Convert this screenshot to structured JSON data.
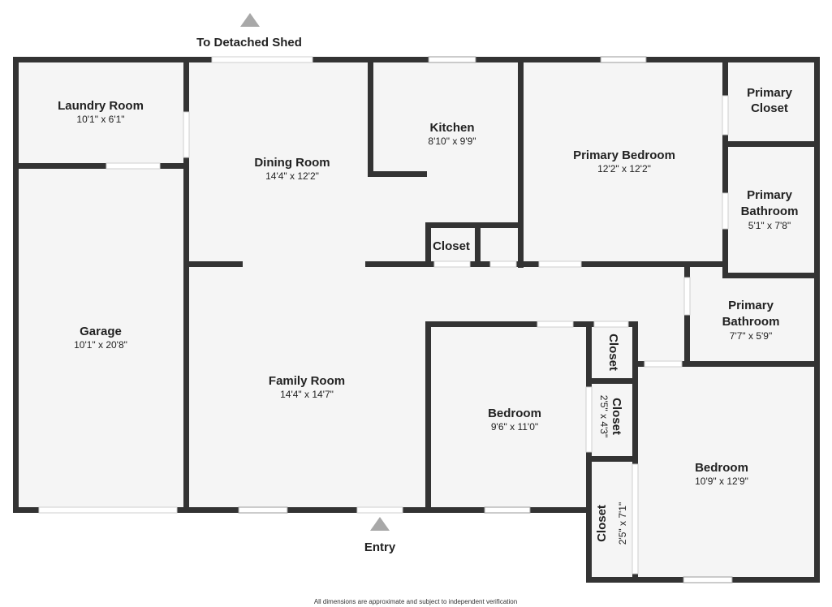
{
  "labels": {
    "to_shed": "To Detached Shed",
    "entry": "Entry",
    "disclaimer": "All dimensions are approximate and subject to independent verification"
  },
  "rooms": {
    "laundry": {
      "name": "Laundry Room",
      "dims": "10'1\" x 6'1\""
    },
    "dining": {
      "name": "Dining Room",
      "dims": "14'4\" x 12'2\""
    },
    "kitchen": {
      "name": "Kitchen",
      "dims": "8'10\" x 9'9\""
    },
    "primary_bedroom": {
      "name": "Primary Bedroom",
      "dims": "12'2\" x 12'2\""
    },
    "primary_closet": {
      "name_line1": "Primary",
      "name_line2": "Closet"
    },
    "primary_bath_1": {
      "name_line1": "Primary",
      "name_line2": "Bathroom",
      "dims": "5'1\" x 7'8\""
    },
    "garage": {
      "name": "Garage",
      "dims": "10'1\" x 20'8\""
    },
    "closet_kitchen": {
      "name": "Closet"
    },
    "primary_bath_2": {
      "name_line1": "Primary",
      "name_line2": "Bathroom",
      "dims": "7'7\" x 5'9\""
    },
    "family": {
      "name": "Family Room",
      "dims": "14'4\" x 14'7\""
    },
    "bedroom_1": {
      "name": "Bedroom",
      "dims": "9'6\" x 11'0\""
    },
    "closet_a": {
      "name": "Closet"
    },
    "closet_b": {
      "name": "Closet",
      "dims": "2'5\" x 4'3\""
    },
    "bedroom_2": {
      "name": "Bedroom",
      "dims": "10'9\" x 12'9\""
    },
    "closet_c": {
      "name": "Closet",
      "dims": "2'5\" x 7'1\""
    }
  },
  "colors": {
    "wall": "#333333",
    "floor": "#f5f5f5",
    "marker": "#a8a8a8"
  },
  "icons": {
    "shed_marker": "triangle-up-icon",
    "entry_marker": "triangle-up-icon"
  }
}
